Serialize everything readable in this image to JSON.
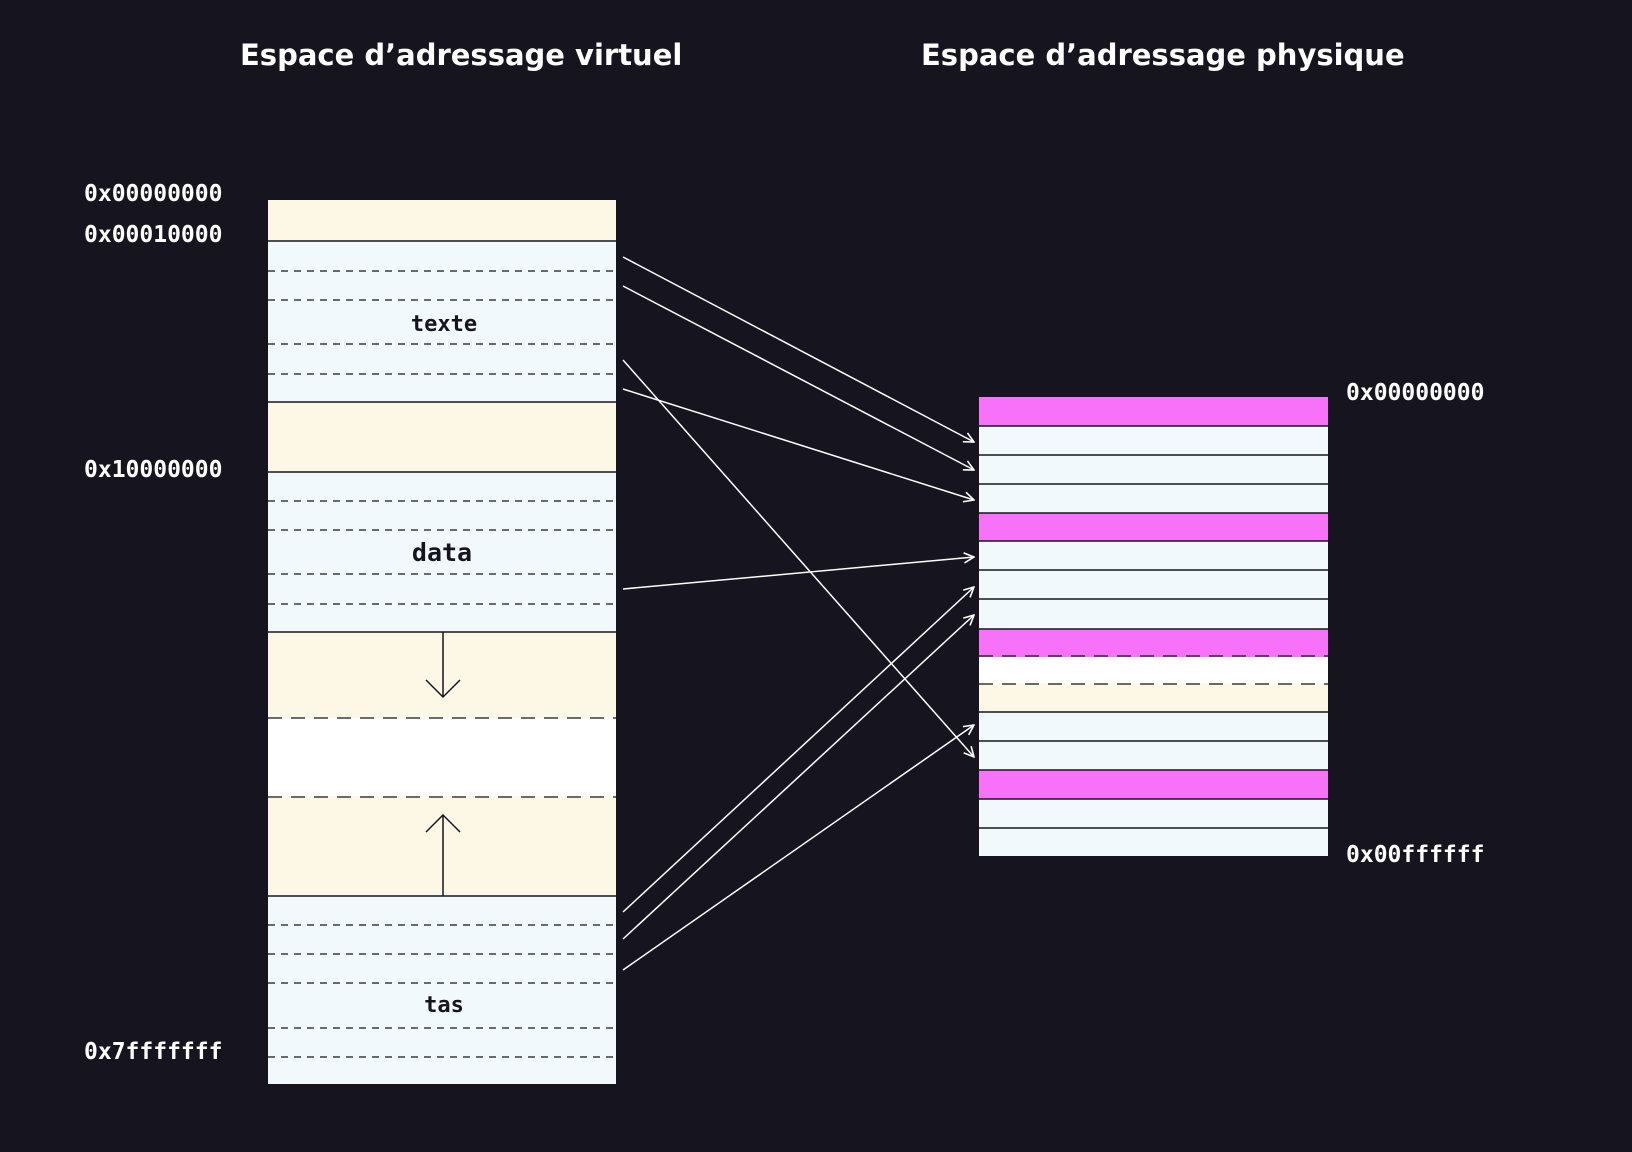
{
  "titles": {
    "virtual": "Espace d’adressage virtuel",
    "physical": "Espace d’adressage physique"
  },
  "virtual_addresses": {
    "a0": "0x00000000",
    "a1": "0x00010000",
    "a2": "0x10000000",
    "a3": "0x7fffffff"
  },
  "physical_addresses": {
    "start": "0x00000000",
    "end": "0x00ffffff"
  },
  "segments": {
    "text": "texte",
    "data": "data",
    "heap": "tas"
  },
  "colors": {
    "background": "#16151f",
    "unused": "#fdf8e6",
    "mapped": "#f2f9fd",
    "kernel": "#f872f9",
    "gap": "#ffffff",
    "line": "#16151f",
    "arrow": "#ffffff"
  }
}
